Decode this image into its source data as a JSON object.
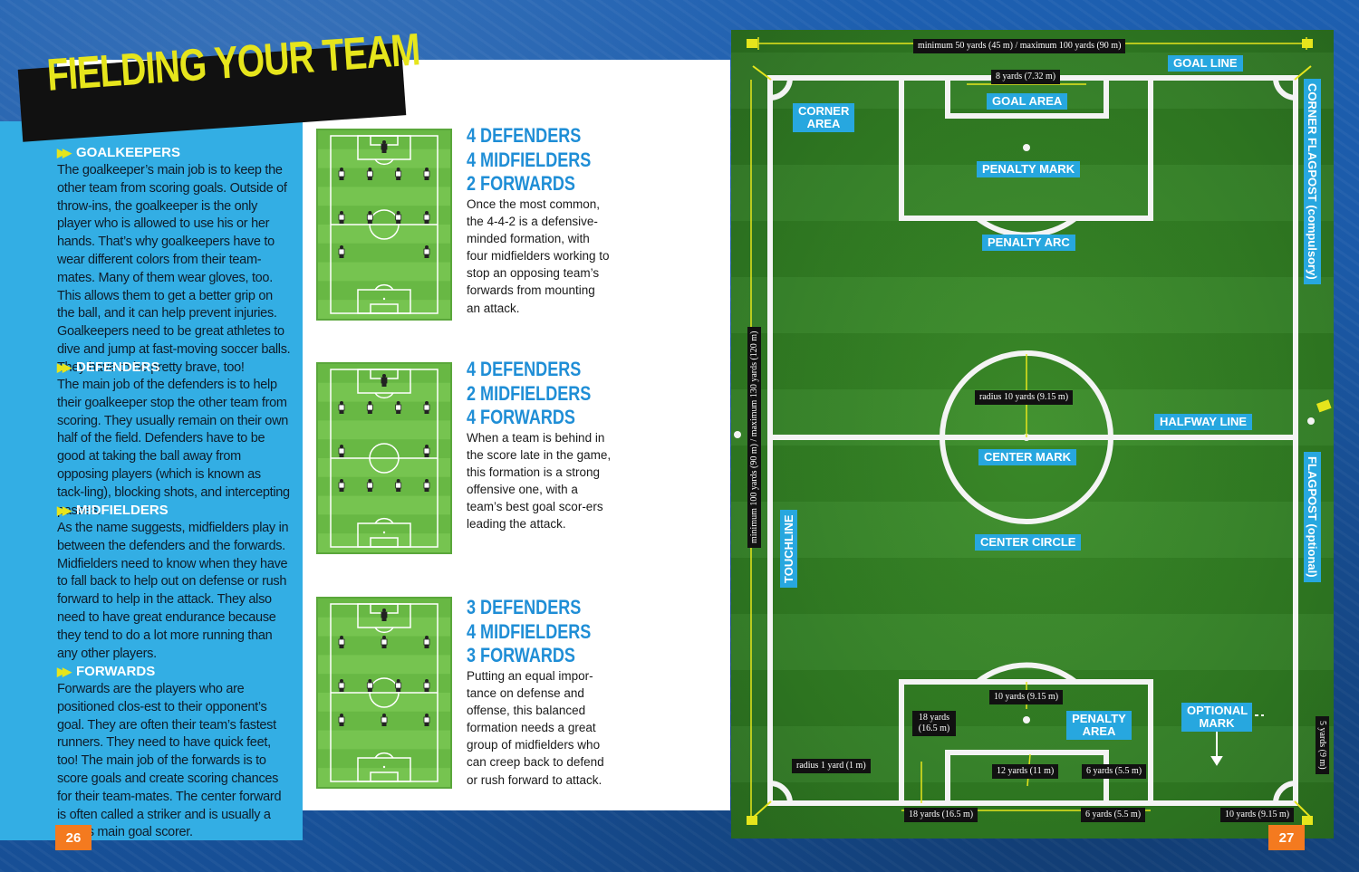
{
  "title": "FIELDING YOUR TEAM",
  "sections": [
    {
      "heading": "GOALKEEPERS",
      "body": "The goalkeeper’s main job is to keep the other team from scoring goals. Outside of throw-ins, the goalkeeper is the only player who is allowed to use his or her hands. That’s why goalkeepers have to wear different colors from their team-mates. Many of them wear gloves, too. This allows them to get a better grip on the ball, and it can help prevent injuries. Goalkeepers need to be great athletes to dive and jump at fast-moving soccer balls. They have to be pretty brave, too!"
    },
    {
      "heading": "DEFENDERS",
      "body": "The main job of the defenders is to help their goalkeeper stop the other team from scoring. They usually remain on their own half of the field. Defenders have to be good at taking the ball away from opposing players (which is known as tack-ling), blocking shots, and intercepting passes."
    },
    {
      "heading": "MIDFIELDERS",
      "body": "As the name suggests, midfielders play in between the defenders and the forwards. Midfielders need to know when they have to fall back to help out on defense or rush forward to help in the attack. They also need to have great endurance because they tend to do a lot more running than any other players."
    },
    {
      "heading": "FORWARDS",
      "body": "Forwards are the players who are positioned clos-est to their opponent’s goal. They are often their team’s fastest runners. They need to have quick feet, too! The main job of the forwards is to score goals and create scoring chances for their team-mates. The center forward is often called a striker and is usually a team’s main goal scorer."
    }
  ],
  "formations": [
    {
      "line1": "4 DEFENDERS",
      "line2": "4 MIDFIELDERS",
      "line3": "2 FORWARDS",
      "desc": "Once the most common, the 4-4-2 is a defensive-minded formation, with four midfielders working to stop an opposing team’s forwards from mounting an attack.",
      "rows": [
        1,
        4,
        4,
        2
      ]
    },
    {
      "line1": "4 DEFENDERS",
      "line2": "2 MIDFIELDERS",
      "line3": "4 FORWARDS",
      "desc": "When a team is behind in the score late in the game, this formation is a strong offensive one, with a team’s best goal scor-ers leading the attack.",
      "rows": [
        1,
        4,
        2,
        4
      ]
    },
    {
      "line1": "3 DEFENDERS",
      "line2": "4 MIDFIELDERS",
      "line3": "3 FORWARDS",
      "desc": "Putting an equal impor-tance on defense and offense, this balanced formation needs a great group of midfielders who can creep back to defend or rush forward to attack.",
      "rows": [
        1,
        3,
        4,
        3
      ]
    }
  ],
  "page_left": "26",
  "page_right": "27",
  "field": {
    "labels": {
      "goal_line": "GOAL LINE",
      "corner_area": "CORNER AREA",
      "goal_area": "GOAL AREA",
      "penalty_mark": "PENALTY MARK",
      "penalty_arc": "PENALTY ARC",
      "halfway_line": "HALFWAY LINE",
      "center_mark": "CENTER MARK",
      "center_circle": "CENTER CIRCLE",
      "touchline": "TOUCHLINE",
      "penalty_area": "PENALTY AREA",
      "optional_mark": "OPTIONAL MARK",
      "corner_flagpost": "CORNER FLAGPOST (compulsory)",
      "flagpost": "FLAGPOST (optional)"
    },
    "dimensions": {
      "width": "minimum 50 yards (45 m) / maximum 100 yards (90 m)",
      "goal_width": "8 yards (7.32 m)",
      "length": "minimum 100 yards (90 m) / maximum 130 yards (120 m)",
      "radius_center": "radius 10 yards (9.15 m)",
      "arc_radius": "10 yards (9.15 m)",
      "pa_depth": "18 yards (16.5 m)",
      "radius_corner": "radius 1 yard (1 m)",
      "penalty_distance": "12 yards (11 m)",
      "ga_depth": "6 yards (5.5 m)",
      "pa_side": "18 yards (16.5 m)",
      "ga_side": "6 yards (5.5 m)",
      "optional_mark_distance": "10 yards (9.15 m)",
      "flag_side": "5 yards (9 m)"
    }
  }
}
